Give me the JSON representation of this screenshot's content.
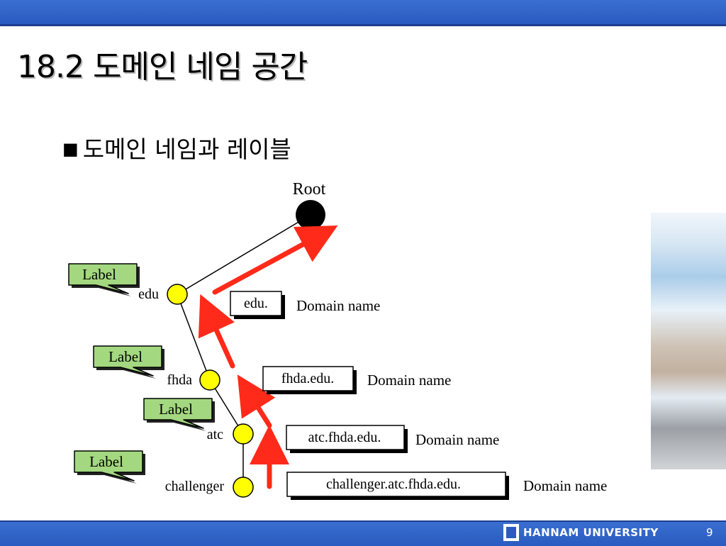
{
  "slide": {
    "title": "18.2 도메인 네임 공간",
    "bullet_marker": "■",
    "bullet_text": "도메인 네임과 레이블"
  },
  "diagram": {
    "root_label": "Root",
    "nodes": [
      "edu",
      "fhda",
      "atc",
      "challenger"
    ],
    "callout_text": "Label",
    "domain_names": [
      "edu.",
      "fhda.edu.",
      "atc.fhda.edu.",
      "challenger.atc.fhda.edu."
    ],
    "domain_caption": "Domain name",
    "colors": {
      "root": "#000000",
      "node": "#ffff00",
      "callout": "#a4d880",
      "arrow": "#ff2a1a"
    }
  },
  "footer": {
    "university": "HANNAM UNIVERSITY",
    "page_number": "9"
  }
}
